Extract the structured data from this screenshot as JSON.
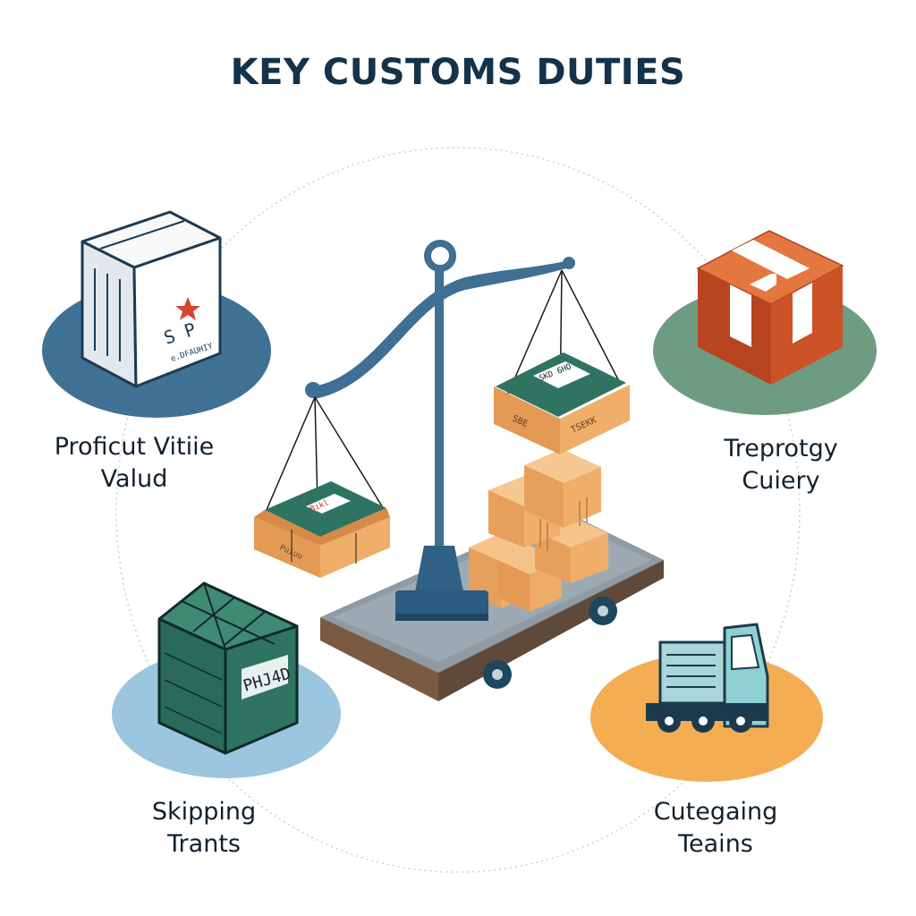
{
  "title": "KEY CUSTOMS DUTIES",
  "categories": [
    {
      "id": "product-value",
      "line1": "Proficut Vitiie",
      "line2": "Valud",
      "box_text": "S P",
      "box_subtext": "e.DFAUHIY"
    },
    {
      "id": "property-category",
      "line1": "Treprotgy",
      "line2": "Cuiery"
    },
    {
      "id": "shipping-trants",
      "line1": "Skipping",
      "line2": "Trants",
      "box_text": "PHJ4D"
    },
    {
      "id": "categoring-teains",
      "line1": "Cutegaing",
      "line2": "Teains"
    }
  ],
  "scale_pan_labels": {
    "left_top": "Bikl",
    "left_front": "Puiuu",
    "right_top": "SKD 6HO",
    "right_front_left": "SBE",
    "right_front_right": "TSEKK"
  },
  "colors": {
    "title": "#14334a",
    "blue_disc": "#3f7194",
    "green_disc": "#6e9c82",
    "light_blue_disc": "#9cc6df",
    "orange_disc": "#f4ad52",
    "scale_blue": "#3f6f92",
    "crate_green": "#2f7361",
    "box_tan": "#e7a361",
    "crate_orange": "#c8502b"
  }
}
